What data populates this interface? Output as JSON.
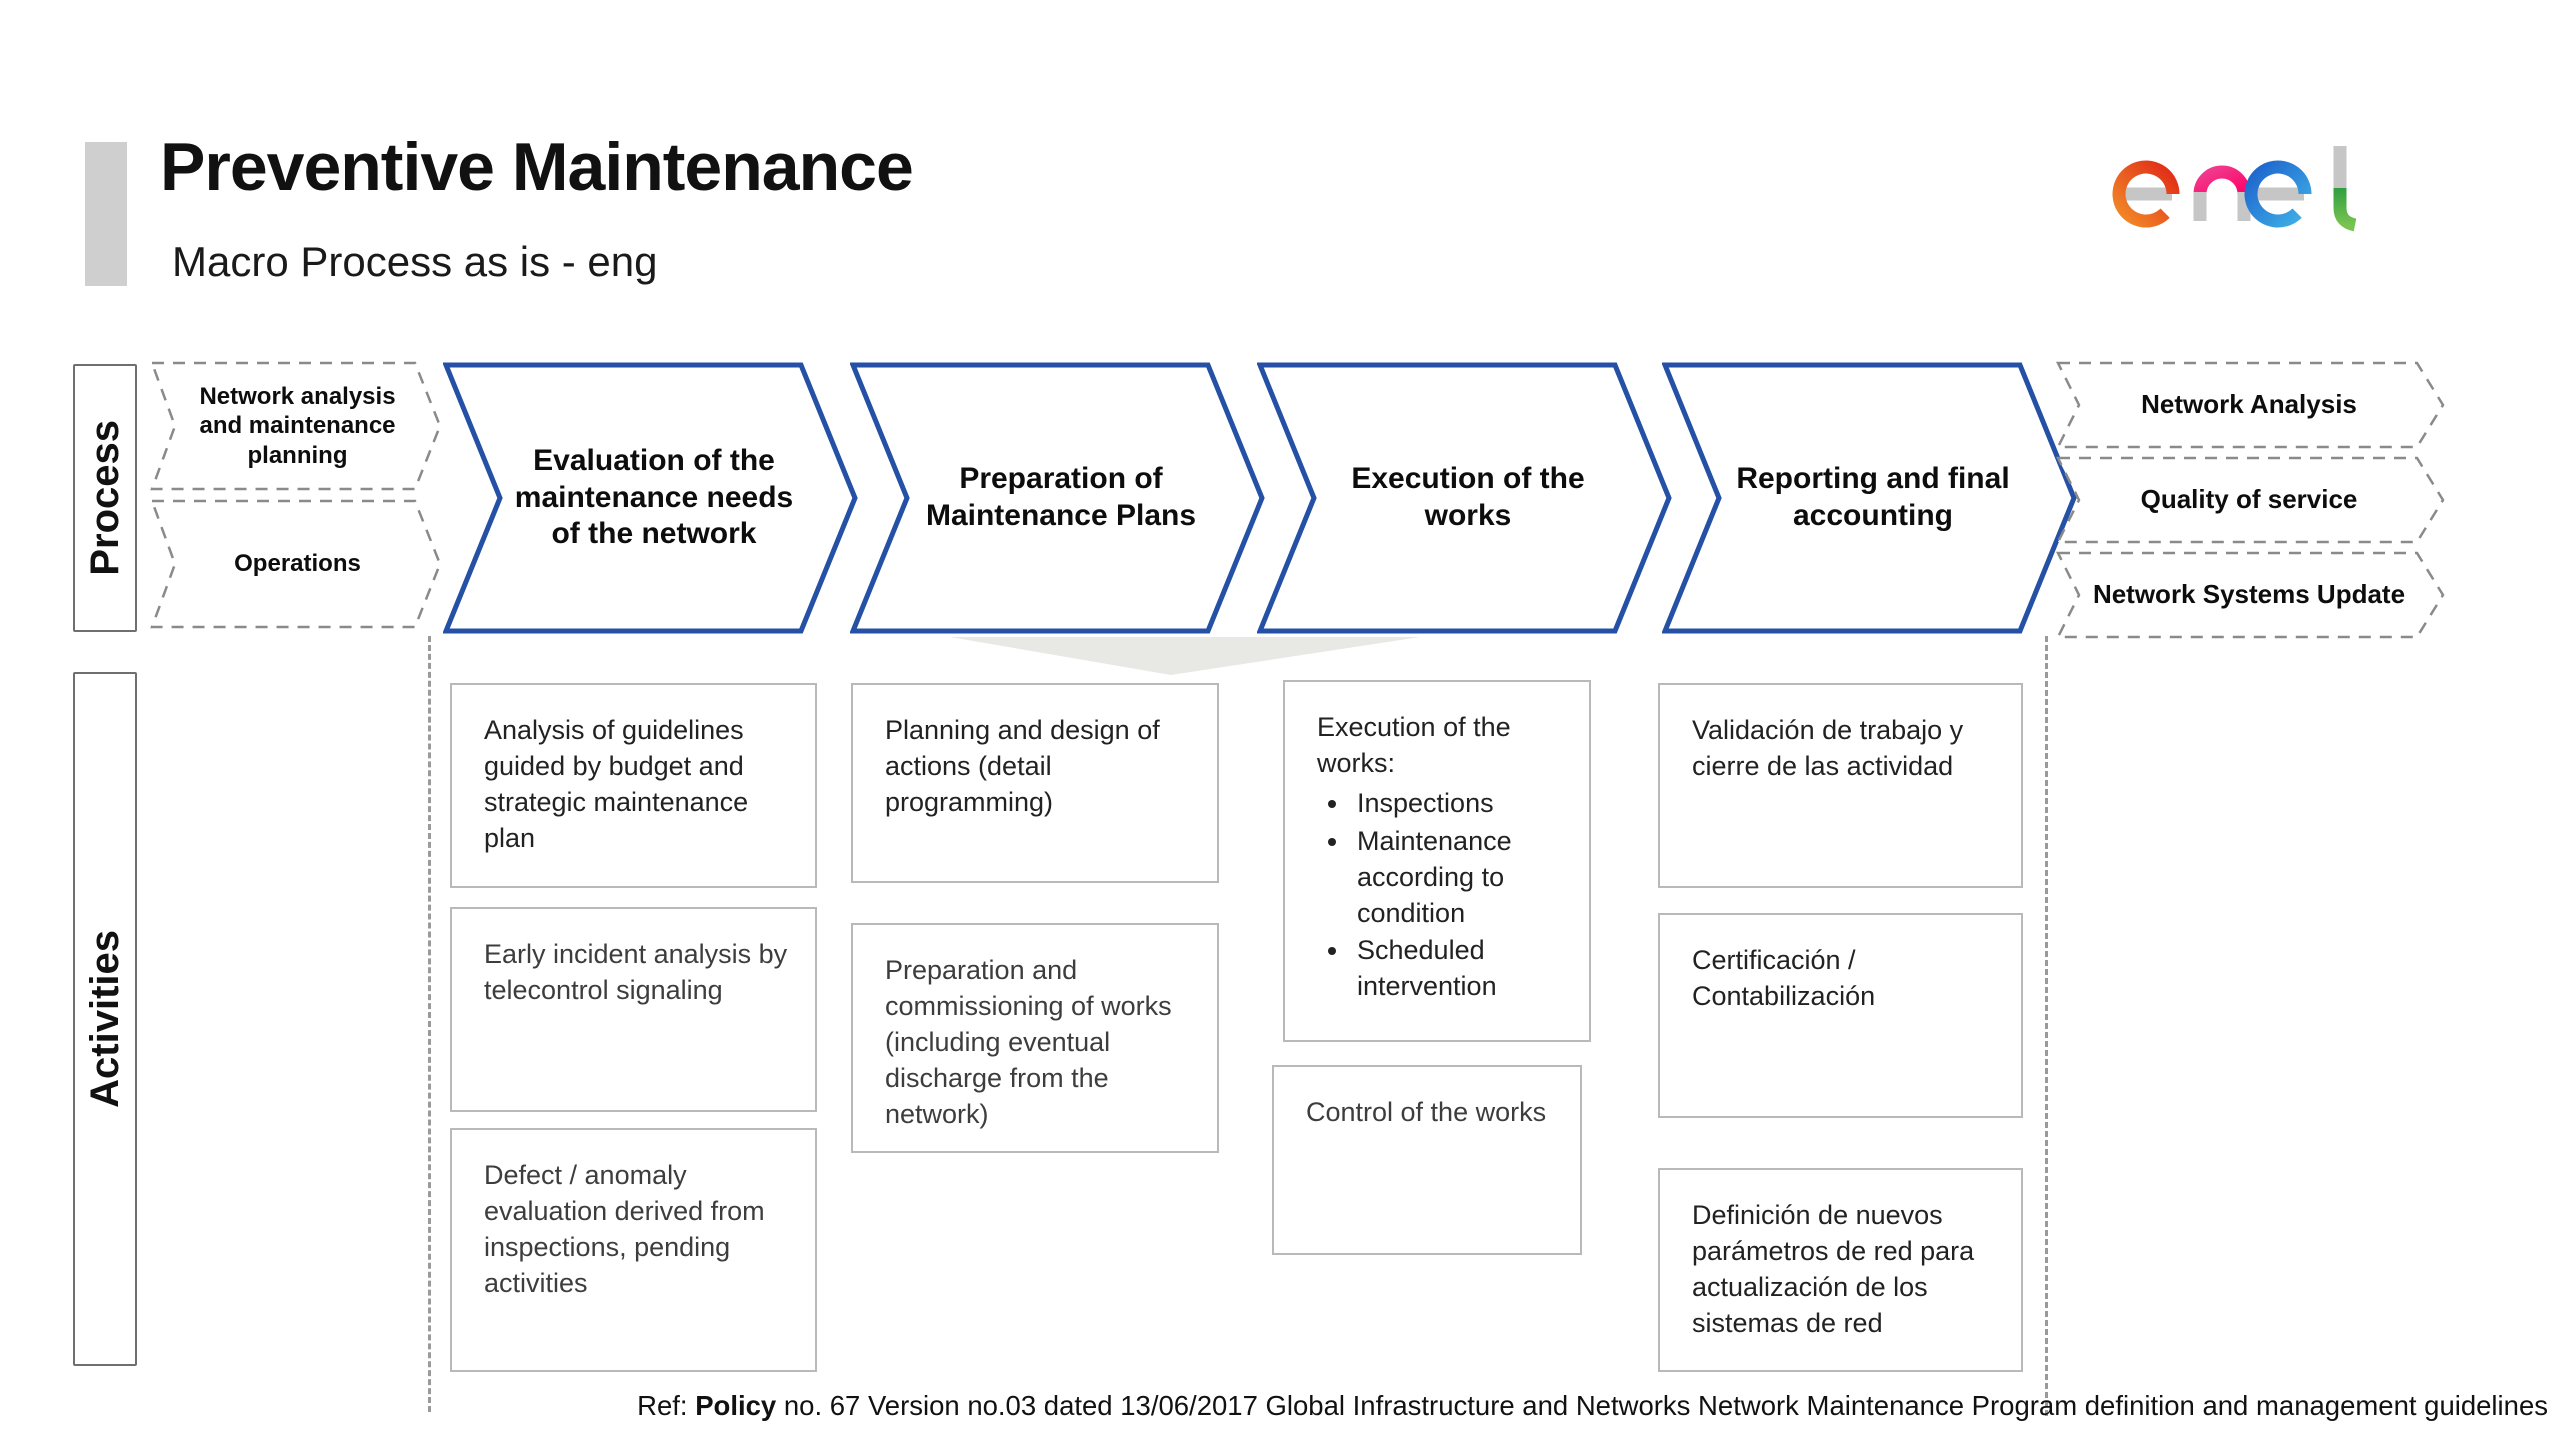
{
  "header": {
    "title": "Preventive Maintenance",
    "subtitle": "Macro Process as is - eng",
    "logo": "enel"
  },
  "row_labels": {
    "process": "Process",
    "activities": "Activities"
  },
  "process_flow": {
    "pre_steps": [
      {
        "label": "Network analysis and maintenance planning"
      },
      {
        "label": "Operations"
      }
    ],
    "main_steps": [
      {
        "label": "Evaluation of the maintenance needs of the network"
      },
      {
        "label": "Preparation of Maintenance Plans"
      },
      {
        "label": "Execution of the works"
      },
      {
        "label": "Reporting and final accounting"
      }
    ],
    "post_steps": [
      {
        "label": "Network Analysis"
      },
      {
        "label": "Quality of service"
      },
      {
        "label": "Network Systems Update"
      }
    ]
  },
  "activities": {
    "col1": {
      "box1": "Analysis of guidelines guided by budget and strategic maintenance plan",
      "box2": "Early incident analysis by telecontrol signaling",
      "box3": "Defect / anomaly evaluation derived from inspections, pending activities"
    },
    "col2": {
      "box1": "Planning and design of actions (detail programming)",
      "box2": "Preparation and commissioning of works (including eventual discharge from the network)"
    },
    "col3": {
      "exec_title": "Execution of the works:",
      "exec_bullets": [
        "Inspections",
        "Maintenance according to condition",
        "Scheduled intervention"
      ],
      "control_box": "Control of the works"
    },
    "col4": {
      "box1": "Validación de trabajo y cierre de las actividad",
      "box2": "Certificación / Contabilización",
      "box3": "Definición de nuevos parámetros de red para actualización de los sistemas de red"
    }
  },
  "footer": {
    "ref_label": "Ref: ",
    "policy_bold": "Policy",
    "text": " no. 67 Version no.03 dated 13/06/2017 Global Infrastructure and Networks Network Maintenance Program definition and management guidelines"
  },
  "colors": {
    "chevron_blue": "#2451a5",
    "dashed_gray": "#8a8a8a",
    "box_border": "#b9b9b9",
    "accent_gray": "#cfcfcf"
  }
}
